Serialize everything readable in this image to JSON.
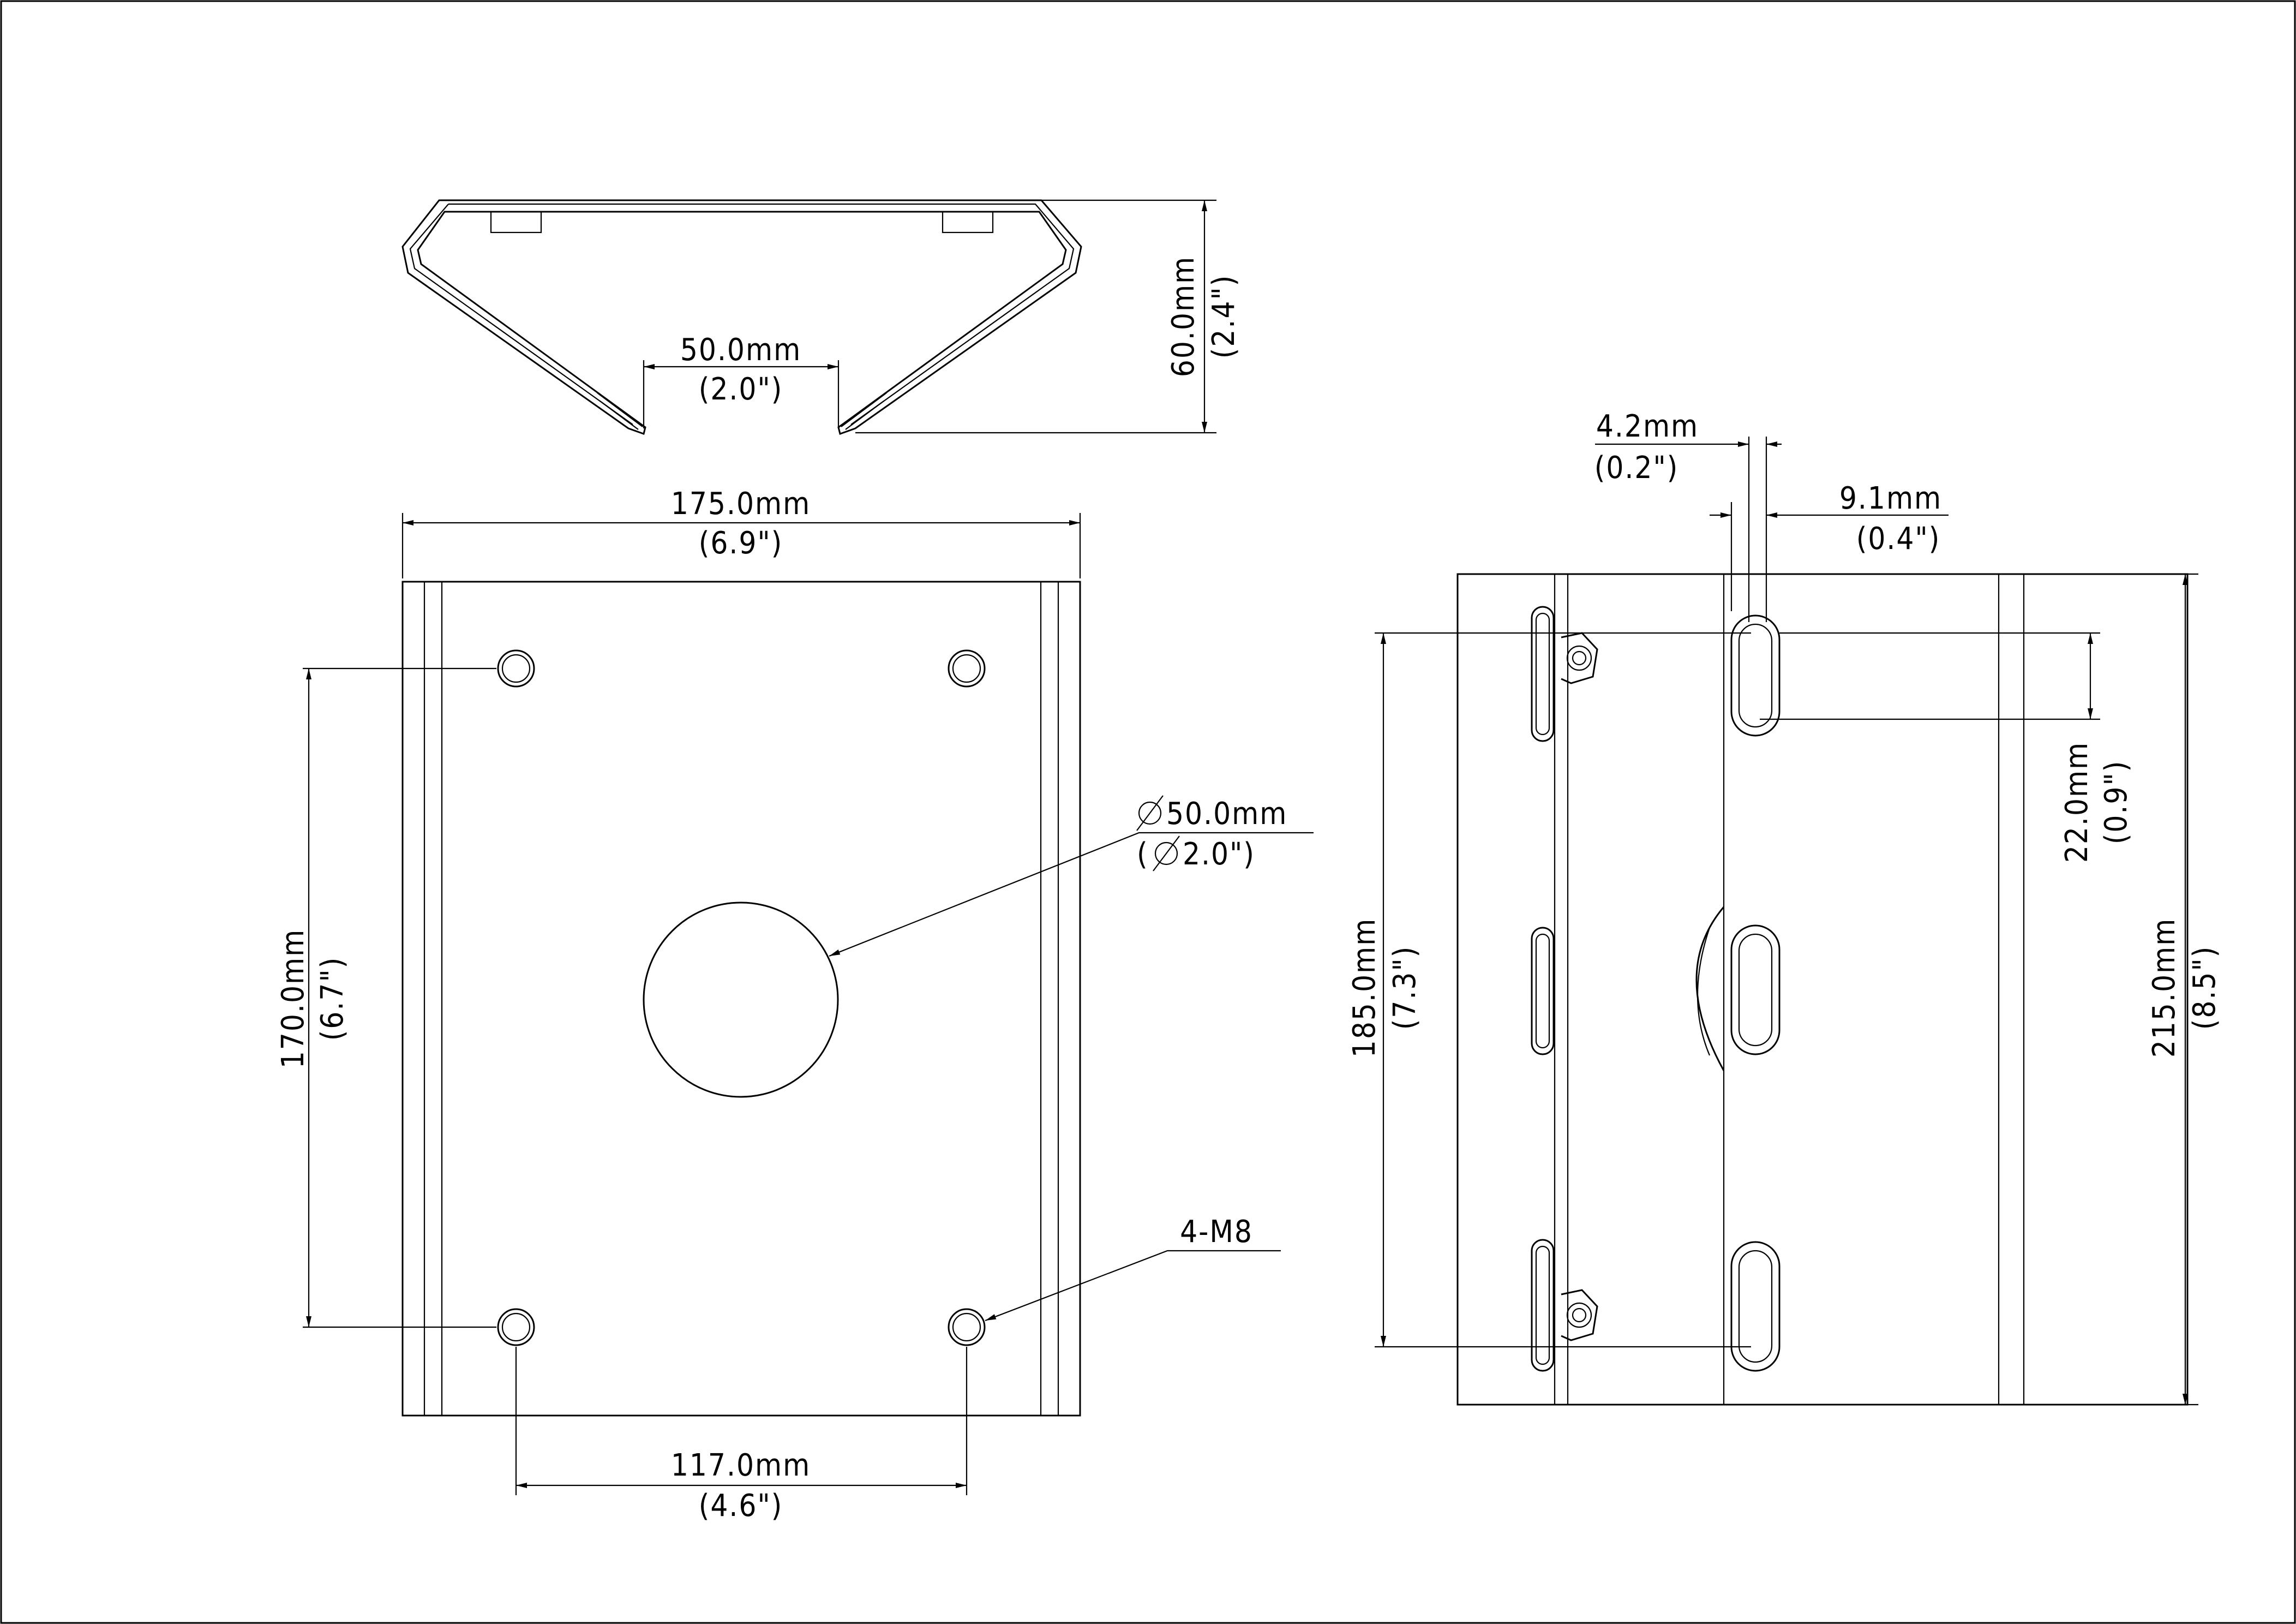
{
  "colors": {
    "line": "#000000",
    "background": "#ffffff"
  },
  "top_view": {
    "height_mm": "60.0mm",
    "height_in": "(2.4\")",
    "gap_mm": "50.0mm",
    "gap_in": "(2.0\")"
  },
  "front_view": {
    "width_mm": "175.0mm",
    "width_in": "(6.9\")",
    "hole_vertical_mm": "170.0mm",
    "hole_vertical_in": "(6.7\")",
    "hole_horizontal_mm": "117.0mm",
    "hole_horizontal_in": "(4.6\")",
    "center_hole_mm": "50.0mm",
    "center_hole_in": "2.0\")",
    "center_hole_in_open": "(",
    "diameter_symbol": "diameter-symbol",
    "bolt_callout": "4-M8"
  },
  "side_view": {
    "slot_width_mm": "4.2mm",
    "slot_width_in": "(0.2\")",
    "slot_outer_mm": "9.1mm",
    "slot_outer_in": "(0.4\")",
    "slot_length_mm": "22.0mm",
    "slot_length_in": "(0.9\")",
    "slot_span_mm": "185.0mm",
    "slot_span_in": "(7.3\")",
    "height_mm": "215.0mm",
    "height_in": "(8.5\")"
  }
}
